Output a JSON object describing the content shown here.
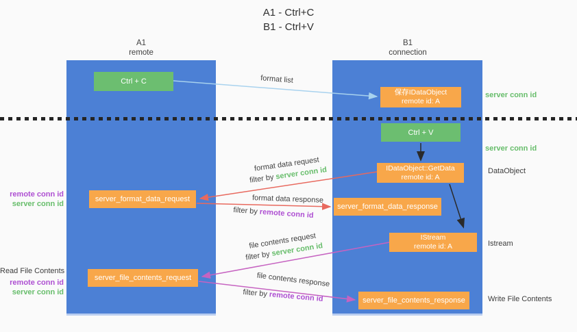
{
  "title": {
    "line1": "A1 - Ctrl+C",
    "line2": "B1 - Ctrl+V"
  },
  "lifelines": {
    "left": {
      "title": "A1",
      "subtitle": "remote"
    },
    "right": {
      "title": "B1",
      "subtitle": "connection"
    }
  },
  "nodes": {
    "ctrl_c": {
      "label": "Ctrl + C"
    },
    "save_idataobject": {
      "line1": "保存IDataObject",
      "line2": "remote id: A"
    },
    "ctrl_v": {
      "label": "Ctrl + V"
    },
    "idataobject_getdata": {
      "line1": "IDataObject::GetData",
      "line2": "remote id: A"
    },
    "server_format_data_request": {
      "label": "server_format_data_request"
    },
    "server_format_data_response": {
      "label": "server_format_data_response"
    },
    "istream": {
      "line1": "IStream",
      "line2": "remote id: A"
    },
    "server_file_contents_request": {
      "label": "server_file_contents_request"
    },
    "server_file_contents_response": {
      "label": "server_file_contents_response"
    }
  },
  "arrow_labels": {
    "format_list": "format list",
    "format_data_request": {
      "line1": "format data request",
      "filter_prefix": "filter by",
      "filter_key": "server conn id"
    },
    "format_data_response": {
      "line1": "format data response",
      "filter_prefix": "filter by",
      "filter_key": "remote conn id"
    },
    "file_contents_request": {
      "line1": "file contents request",
      "filter_prefix": "filter by",
      "filter_key": "server conn id"
    },
    "file_contents_response": {
      "line1": "file contents response",
      "filter_prefix": "filter by",
      "filter_key": "remote conn id"
    }
  },
  "side_labels": {
    "right_server_conn_id_1": "server conn id",
    "right_server_conn_id_2": "server conn id",
    "dataobject": "DataObject",
    "istream": "Istream",
    "write_file_contents": "Write File Contents",
    "left_remote_conn_id_1": "remote conn id",
    "left_server_conn_id_1": "server conn id",
    "read_file_contents": "Read File Contents",
    "left_remote_conn_id_2": "remote conn id",
    "left_server_conn_id_2": "server conn id"
  },
  "edges": [
    {
      "from": "ctrl_c",
      "to": "save_idataobject",
      "label": "format list",
      "color": "#a8d2ee"
    },
    {
      "from": "ctrl_v",
      "to": "idataobject_getdata",
      "label": "",
      "color": "#2a2a2a"
    },
    {
      "from": "idataobject_getdata",
      "to": "server_format_data_request",
      "label": "format data request, filter by server conn id",
      "color": "#e8695e"
    },
    {
      "from": "server_format_data_request",
      "to": "server_format_data_response",
      "label": "format data response, filter by remote conn id",
      "color": "#e8695e"
    },
    {
      "from": "idataobject_getdata",
      "to": "istream",
      "label": "",
      "color": "#2a2a2a"
    },
    {
      "from": "istream",
      "to": "server_file_contents_request",
      "label": "file contents request, filter by server conn id",
      "color": "#c663c1"
    },
    {
      "from": "server_file_contents_request",
      "to": "server_file_contents_response",
      "label": "file contents response, filter by remote conn id",
      "color": "#c663c1"
    }
  ],
  "colors": {
    "lifeline_blue": "#4c80d5",
    "node_green": "#6cbe70",
    "node_orange": "#f8a74a",
    "arrow_light_blue": "#a8d2ee",
    "arrow_red": "#e8695e",
    "arrow_magenta": "#c663c1",
    "arrow_black": "#2a2a2a",
    "label_green": "#67bd6b",
    "label_purple": "#ae4fd2",
    "text_dark": "#3c3c3c",
    "background": "#fafafa"
  }
}
